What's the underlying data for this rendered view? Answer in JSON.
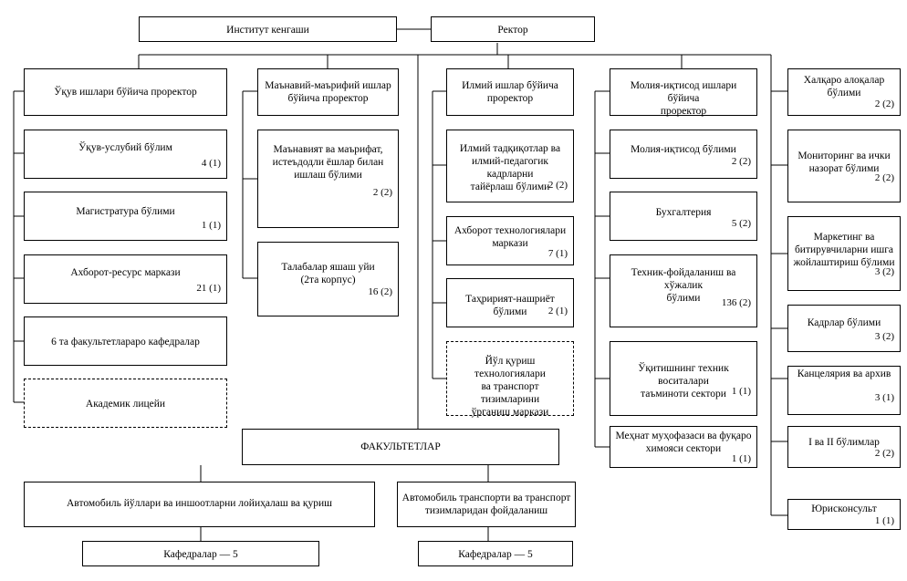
{
  "top": {
    "council": "Институт кенгаши",
    "rector": "Ректор"
  },
  "col1": {
    "title": "Ўқув ишлари бўйича проректор",
    "items": [
      {
        "label": "Ўқув-услубий бўлим",
        "count": "4 (1)"
      },
      {
        "label": "Магистратура бўлими",
        "count": "1 (1)"
      },
      {
        "label": "Ахборот-ресурс маркази",
        "count": "21 (1)"
      },
      {
        "label": "6 та факультетлараро  кафедралар",
        "count": ""
      },
      {
        "label": "Академик лицейи",
        "count": ""
      }
    ]
  },
  "col2": {
    "title": "Маънавий-маърифий ишлар\nбўйича проректор",
    "items": [
      {
        "label": "Маънавият ва маърифат,\nистеъдодли ёшлар билан\nишлаш бўлими",
        "count": "2 (2)"
      },
      {
        "label": "Талабалар яшаш уйи\n(2та корпус)",
        "count": "16 (2)"
      }
    ]
  },
  "col3": {
    "title": "Илмий ишлар бўйича\nпроректор",
    "items": [
      {
        "label": "Илмий тадқиқотлар ва\nилмий-педагогик кадрларни\nтайёрлаш бўлими",
        "count": "2 (2)"
      },
      {
        "label": "Ахборот технологиялари\nмаркази",
        "count": "7 (1)"
      },
      {
        "label": "Таҳририят-нашриёт бўлими",
        "count": "2 (1)"
      },
      {
        "label": "Йўл қуриш технологиялари\nва транспорт тизимларини\nўрганиш маркази",
        "count": ""
      }
    ]
  },
  "col4": {
    "title": "Молия-иқтисод ишлари бўйича\nпроректор",
    "items": [
      {
        "label": "Молия-иқтисод бўлими",
        "count": "2 (2)"
      },
      {
        "label": "Бухгалтерия",
        "count": "5 (2)"
      },
      {
        "label": "Техник-фойдаланиш ва хўжалик\nбўлими",
        "count": "136 (2)"
      },
      {
        "label": "Ўқитишнинг техник воситалари\nтаъминоти сектори",
        "count": "1 (1)"
      },
      {
        "label": "Меҳнат муҳофазаси ва фуқаро\nхимояси сектори",
        "count": "1 (1)"
      }
    ]
  },
  "col5": {
    "items": [
      {
        "label": "Халқаро алоқалар\nбўлими",
        "count": "2 (2)"
      },
      {
        "label": "Мониторинг ва ички\nназорат бўлими",
        "count": "2 (2)"
      },
      {
        "label": "Маркетинг ва\nбитирувчиларни ишга\nжойлаштириш бўлими",
        "count": "3 (2)"
      },
      {
        "label": "Кадрлар бўлими",
        "count": "3 (2)"
      },
      {
        "label": "Канцелярия ва архив",
        "count": "3 (1)"
      },
      {
        "label": "I ва II бўлимлар",
        "count": "2 (2)"
      },
      {
        "label": "Юрисконсульт",
        "count": "1 (1)"
      }
    ]
  },
  "faculties": {
    "title": "ФАКУЛЬТЕТЛАР",
    "items": [
      {
        "label": "Автомобиль йўллари ва иншоотларни лойиҳалаш ва қуриш",
        "departments": "Кафедралар — 5"
      },
      {
        "label": "Автомобиль транспорти ва транспорт\nтизимларидан фойдаланиш",
        "departments": "Кафедралар — 5"
      }
    ]
  }
}
